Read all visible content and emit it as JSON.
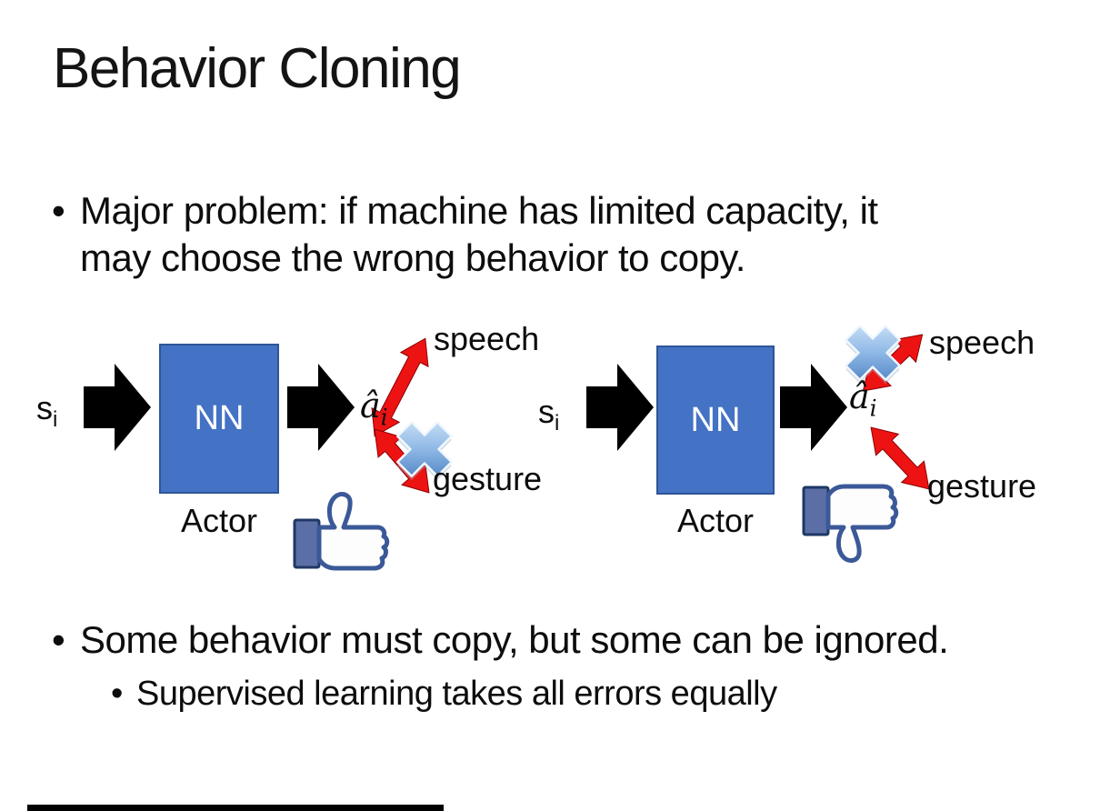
{
  "slide": {
    "title": "Behavior Cloning",
    "bullets": {
      "main1": {
        "marker": "•",
        "lines": [
          "Major problem: if machine has limited capacity, it",
          "may choose the wrong behavior to copy."
        ]
      },
      "main2": {
        "marker": "•",
        "text": "Some behavior must copy, but some can be ignored."
      },
      "sub1": {
        "marker": "•",
        "text": "Supervised learning takes all errors equally"
      }
    }
  },
  "diagrams": {
    "left": {
      "input": "s",
      "input_sub": "i",
      "box": "NN",
      "role": "Actor",
      "output": "â",
      "output_sub": "i",
      "branch_top": "speech",
      "branch_bottom": "gesture",
      "crossed_branch": "gesture",
      "feedback_icon": "thumbs-up"
    },
    "right": {
      "input": "s",
      "input_sub": "i",
      "box": "NN",
      "role": "Actor",
      "output": "â",
      "output_sub": "i",
      "branch_top": "speech",
      "branch_bottom": "gesture",
      "crossed_branch": "speech",
      "feedback_icon": "thumbs-down"
    }
  },
  "colors": {
    "nn_box_fill": "#4472c4",
    "nn_box_border": "#2e5597",
    "flow_arrow": "#000000",
    "branch_arrow": "#ee1313",
    "branch_arrow_edge": "#8a0000",
    "cross_light": "#ddeefc",
    "cross_mid": "#8fb8e6",
    "cross_dark": "#3a74b8",
    "thumb_outline": "#3b5998",
    "thumb_fill": "#fdfdfd",
    "sleeve_fill": "#5b6ea6",
    "sleeve_border": "#1f3864",
    "text": "#111111"
  }
}
